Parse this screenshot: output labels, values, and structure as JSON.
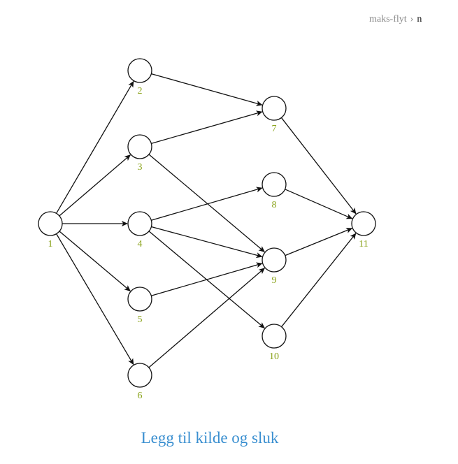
{
  "breadcrumb": {
    "parent": "maks-flyt",
    "separator": "›",
    "current": "n"
  },
  "graph": {
    "nodes": [
      {
        "id": 1,
        "label": "1"
      },
      {
        "id": 2,
        "label": "2"
      },
      {
        "id": 3,
        "label": "3"
      },
      {
        "id": 4,
        "label": "4"
      },
      {
        "id": 5,
        "label": "5"
      },
      {
        "id": 6,
        "label": "6"
      },
      {
        "id": 7,
        "label": "7"
      },
      {
        "id": 8,
        "label": "8"
      },
      {
        "id": 9,
        "label": "9"
      },
      {
        "id": 10,
        "label": "10"
      },
      {
        "id": 11,
        "label": "11"
      }
    ],
    "edges": [
      {
        "from": 1,
        "to": 2
      },
      {
        "from": 1,
        "to": 3
      },
      {
        "from": 1,
        "to": 4
      },
      {
        "from": 1,
        "to": 5
      },
      {
        "from": 1,
        "to": 6
      },
      {
        "from": 2,
        "to": 7
      },
      {
        "from": 3,
        "to": 7
      },
      {
        "from": 3,
        "to": 9
      },
      {
        "from": 4,
        "to": 8
      },
      {
        "from": 4,
        "to": 9
      },
      {
        "from": 4,
        "to": 10
      },
      {
        "from": 5,
        "to": 9
      },
      {
        "from": 6,
        "to": 9
      },
      {
        "from": 7,
        "to": 11
      },
      {
        "from": 8,
        "to": 11
      },
      {
        "from": 9,
        "to": 11
      },
      {
        "from": 10,
        "to": 11
      }
    ]
  },
  "caption": "Legg til kilde og sluk",
  "colors": {
    "label": "#8aa31a",
    "caption": "#3a8fd0",
    "stroke": "#111111"
  }
}
